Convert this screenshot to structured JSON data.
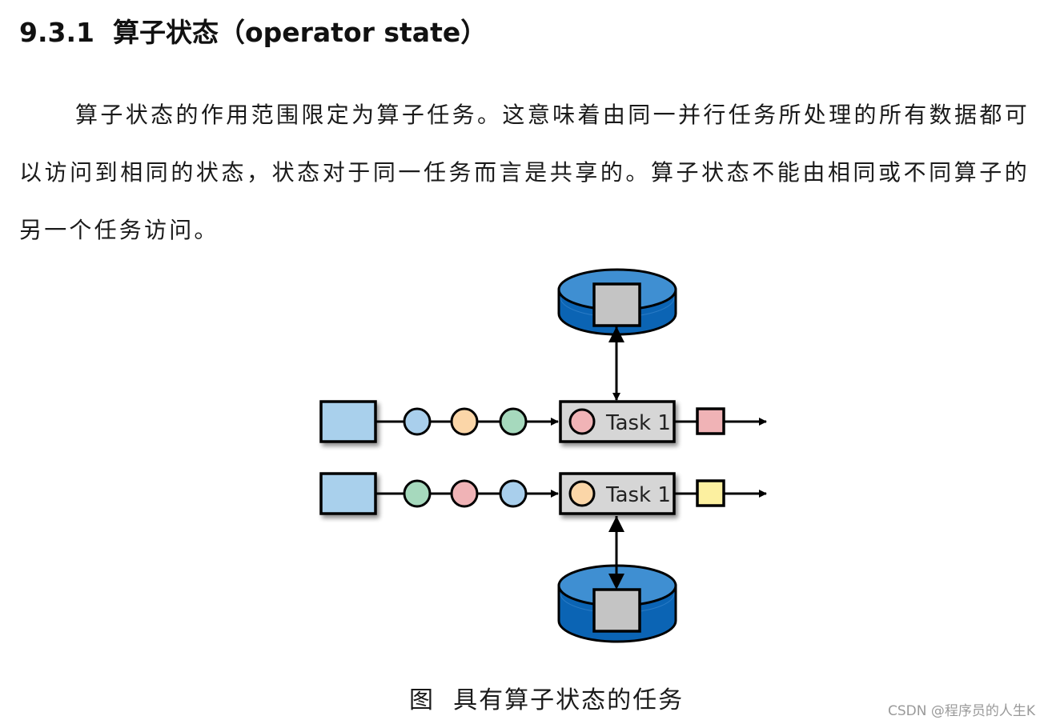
{
  "section": {
    "number": "9.3.1",
    "title": "算子状态（operator state）"
  },
  "paragraph": "算子状态的作用范围限定为算子任务。这意味着由同一并行任务所处理的所有数据都可以访问到相同的状态，状态对于同一任务而言是共享的。算子状态不能由相同或不同算子的另一个任务访问。",
  "figure": {
    "caption_prefix": "图",
    "caption": "具有算子状态的任务",
    "rows": [
      {
        "task_label": "Task 1",
        "records": [
          "#a9cfec",
          "#fbd6a8",
          "#a6d9bd"
        ],
        "task_state_color": "#f0b3b6",
        "output_color": "#f0b3b6",
        "state_store": "top"
      },
      {
        "task_label": "Task 1",
        "records": [
          "#a6d9bd",
          "#f0b3b6",
          "#a9cfec"
        ],
        "task_state_color": "#fbd6a8",
        "output_color": "#fcf0a0",
        "state_store": "bottom"
      }
    ],
    "colors": {
      "source": "#a9d0ec",
      "task_fill": "#d6d6d6",
      "state_square": "#c4c4c4",
      "cylinder_light": "#3f8fd2",
      "cylinder_dark": "#0b64b4"
    }
  },
  "watermark": "CSDN @程序员的人生K"
}
